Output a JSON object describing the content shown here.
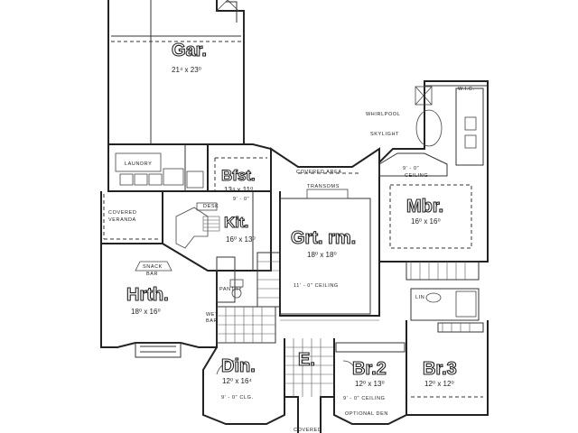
{
  "rooms": {
    "garage": {
      "name": "Gar.",
      "dims": "21⁴ x 23⁰"
    },
    "breakfast": {
      "name": "Bfst.",
      "dims": "13⁴ x 11⁰",
      "ceiling": "9' - 0\"",
      "note": "DESK"
    },
    "kitchen": {
      "name": "Kit.",
      "dims": "16⁰ x 13⁰"
    },
    "great_room": {
      "name": "Grt. rm.",
      "dims": "18⁰ x 18⁰",
      "ceiling": "11' - 0\" CEILING"
    },
    "master": {
      "name": "Mbr.",
      "dims": "16⁰ x 16⁰",
      "ceiling": "9' - 0\"",
      "ceiling2": "CEILING"
    },
    "hearth": {
      "name": "Hrth.",
      "dims": "18⁰ x 16⁰"
    },
    "dining": {
      "name": "Din.",
      "dims": "12⁰ x 16⁴",
      "ceiling": "9' - 0\" CLG."
    },
    "entry": {
      "name": "E."
    },
    "bedroom2": {
      "name": "Br.2",
      "dims": "12⁰ x 13⁰",
      "ceiling": "9' - 0\" CEILING",
      "note": "OPTIONAL DEN"
    },
    "bedroom3": {
      "name": "Br.3",
      "dims": "12⁰ x 12⁰"
    }
  },
  "labels": {
    "laundry": "LAUNDRY",
    "covered_area": "COVERED AREA",
    "transoms": "TRANSOMS",
    "whirlpool": "WHIRLPOOL",
    "skylight": "SKYLIGHT",
    "wic": "W.I.C.",
    "covered_veranda_1": "COVERED",
    "covered_veranda_2": "VERANDA",
    "snack_bar_1": "SNACK",
    "snack_bar_2": "BAR",
    "wet_bar_1": "WET",
    "wet_bar_2": "BAR",
    "pantry": "PANTRY",
    "linen": "LIN",
    "covered_porch": "COVERED"
  }
}
